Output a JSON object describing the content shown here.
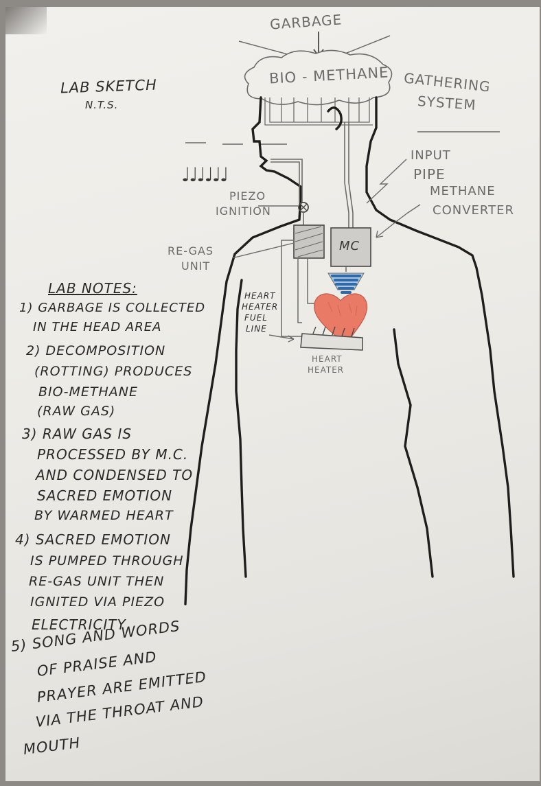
{
  "top_labels": {
    "garbage": "GARBAGE",
    "bio_methane": "BIO - METHANE",
    "gathering_system_1": "GATHERING",
    "gathering_system_2": "SYSTEM"
  },
  "title": {
    "main": "LAB SKETCH",
    "scale": "N.T.S."
  },
  "diagram_labels": {
    "input_pipe_1": "INPUT",
    "input_pipe_2": "PIPE",
    "methane_converter_1": "METHANE",
    "methane_converter_2": "CONVERTER",
    "piezo_1": "PIEZO",
    "piezo_2": "IGNITION",
    "regas_1": "RE-GAS",
    "regas_2": "UNIT",
    "mc_box": "MC",
    "heart_fuel_1": "HEART",
    "heart_fuel_2": "HEATER",
    "heart_fuel_3": "FUEL",
    "heart_fuel_4": "LINE",
    "heart_heater_1": "HEART",
    "heart_heater_2": "HEATER",
    "music_notes": "♩♩♩♩♩♩"
  },
  "notes": {
    "heading": "LAB NOTES:",
    "lines": [
      "1) GARBAGE IS COLLECTED",
      "IN THE HEAD AREA",
      "2) DECOMPOSITION",
      "(ROTTING) PRODUCES",
      "BIO-METHANE",
      "(RAW GAS)",
      "3) RAW GAS IS",
      "PROCESSED BY M.C.",
      "AND CONDENSED TO",
      "SACRED EMOTION",
      "BY WARMED HEART",
      "4) SACRED EMOTION",
      "IS PUMPED THROUGH",
      "RE-GAS UNIT THEN",
      "IGNITED VIA PIEZO",
      "ELECTRICITY",
      "5) SONG AND WORDS",
      "OF PRAISE AND",
      "PRAYER ARE EMITTED",
      "VIA THE THROAT AND",
      "MOUTH"
    ]
  },
  "colors": {
    "paper": "#ecebe6",
    "ink": "#2c2b2a",
    "pencil": "#6d6b68",
    "heart": "#e87a66",
    "coil": "#2f69a8"
  }
}
